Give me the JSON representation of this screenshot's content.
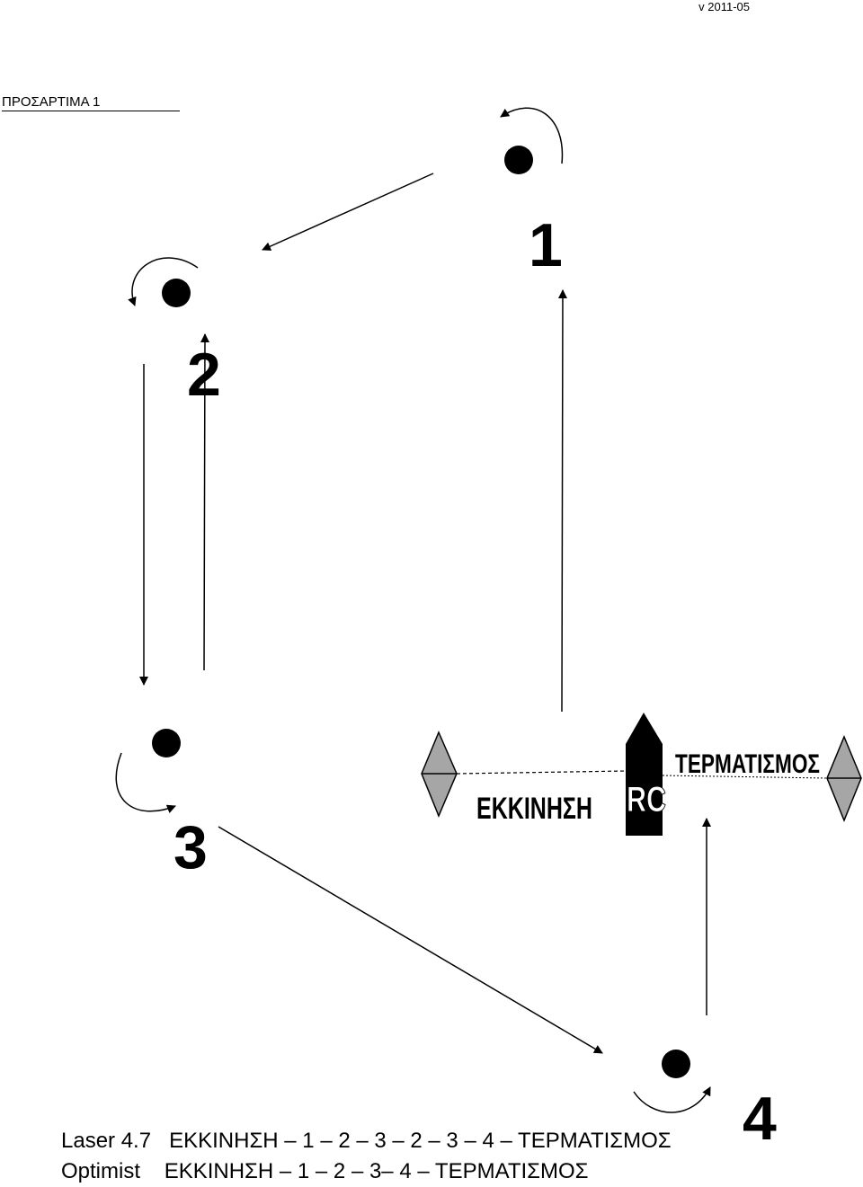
{
  "header": {
    "version": "v 2011-05",
    "appendix": "ΠΡΟΣΑΡΤΙΜΑ 1"
  },
  "course": {
    "mark_labels": [
      "1",
      "2",
      "3",
      "4"
    ],
    "start_label": "ΕΚΚΙΝΗΣΗ",
    "finish_label": "ΤΕΡΜΑΤΙΣΜΟΣ",
    "committee_boat_label": "RC"
  },
  "legend": {
    "laser_class": "Laser 4.7",
    "laser_route": "ΕΚΚΙΝΗΣΗ – 1 – 2 – 3 – 2 – 3 – 4 – ΤΕΡΜΑΤΙΣΜΟΣ",
    "optimist_class": "Optimist",
    "optimist_route": "ΕΚΚΙΝΗΣΗ – 1 – 2 – 3– 4 – ΤΕΡΜΑΤΙΣΜΟΣ"
  },
  "colors": {
    "ink": "#000000",
    "buoy_fill": "#a6a6a6"
  }
}
